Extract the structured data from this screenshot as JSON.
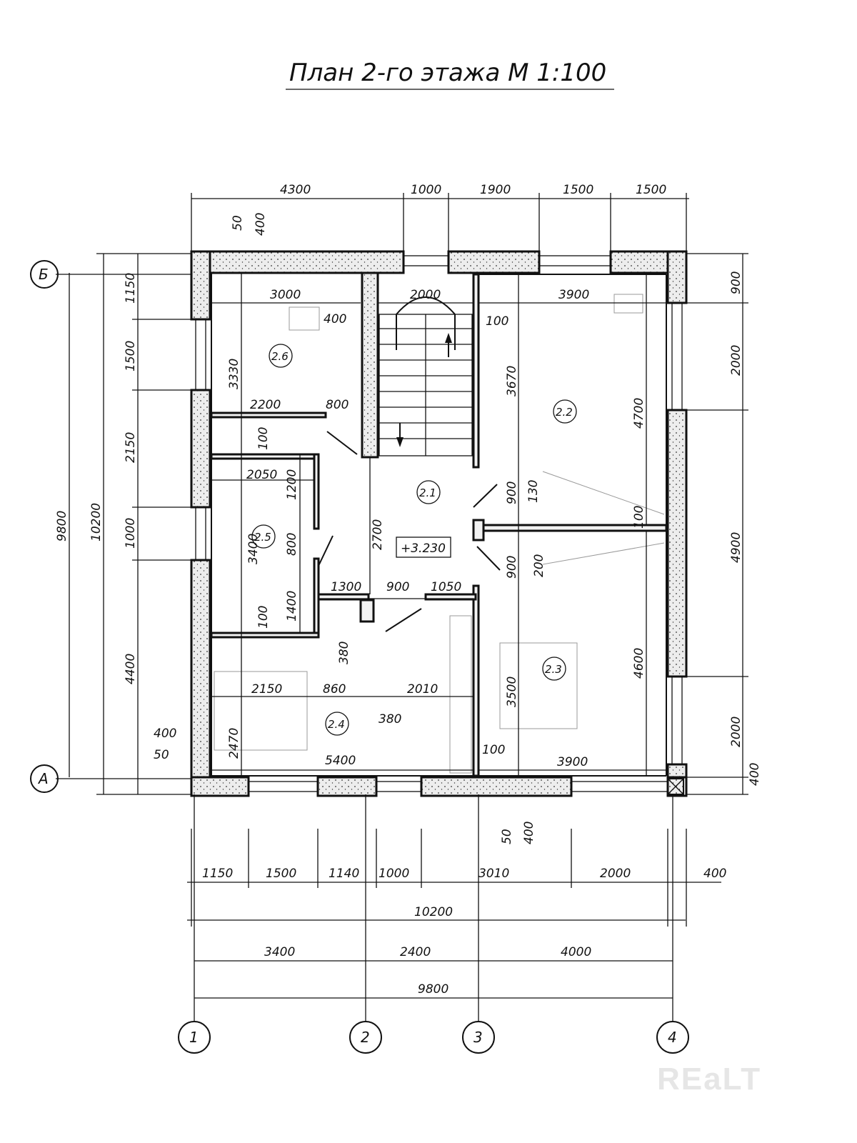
{
  "title": "План 2-го этажа   М 1:100",
  "watermark": "REaLT",
  "axes": {
    "rows": [
      "Б",
      "А"
    ],
    "columns": [
      "1",
      "2",
      "3",
      "4"
    ]
  },
  "level_mark": "+3.230",
  "rooms": [
    {
      "id": "room-2-1",
      "label": "2.1"
    },
    {
      "id": "room-2-2",
      "label": "2.2"
    },
    {
      "id": "room-2-3",
      "label": "2.3"
    },
    {
      "id": "room-2-4",
      "label": "2.4"
    },
    {
      "id": "room-2-5",
      "label": "2.5"
    },
    {
      "id": "room-2-6",
      "label": "2.6"
    }
  ],
  "dimensions": {
    "top_chain": [
      "4300",
      "1000",
      "1900",
      "1500",
      "1500"
    ],
    "top_wall": [
      "50",
      "400"
    ],
    "left_chain": [
      "1150",
      "1500",
      "2150",
      "1000",
      "4400"
    ],
    "left_totals": [
      "10200",
      "9800"
    ],
    "left_wall": [
      "400",
      "50"
    ],
    "right_chain": [
      "900",
      "2000",
      "4900",
      "2000",
      "400"
    ],
    "bottom_chain": [
      "1150",
      "1500",
      "1140",
      "1000",
      "3010",
      "2000",
      "400"
    ],
    "bottom_total_outer": "10200",
    "bottom_axes": [
      "3400",
      "2400",
      "4000"
    ],
    "bottom_total_axes": "9800",
    "bottom_wall": [
      "50",
      "400"
    ],
    "interior": [
      "3000",
      "2000",
      "3900",
      "400",
      "100",
      "3330",
      "3670",
      "4700",
      "2200",
      "800",
      "100",
      "2050",
      "1200",
      "900",
      "130",
      "100",
      "2700",
      "3400",
      "800",
      "200",
      "1300",
      "900",
      "1050",
      "1400",
      "100",
      "380",
      "4900",
      "3500",
      "4600",
      "2150",
      "860",
      "2010",
      "380",
      "2470",
      "5400",
      "100",
      "3900",
      "900"
    ]
  }
}
